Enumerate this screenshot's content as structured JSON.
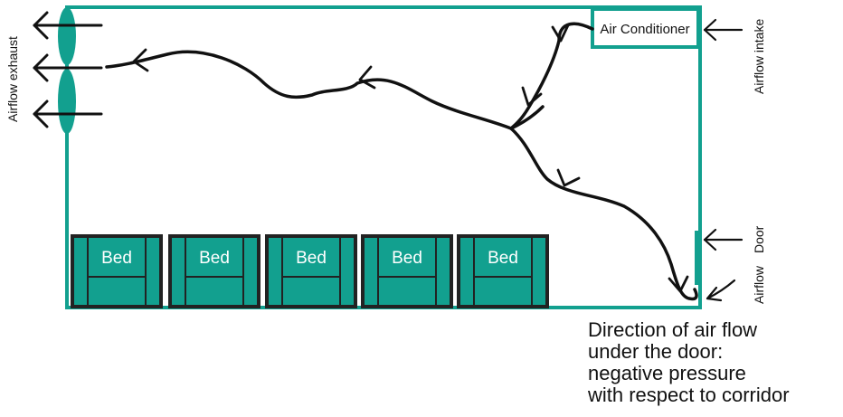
{
  "diagram": {
    "air_conditioner_label": "Air Conditioner",
    "airflow_exhaust_label": "Airflow exhaust",
    "airflow_intake_label": "Airflow intake",
    "door_label": "Door",
    "airflow_label": "Airflow",
    "bed_label": "Bed",
    "bed_count": 5,
    "caption_lines": [
      "Direction of air flow",
      "under the door:",
      "negative pressure",
      "with respect to corridor"
    ],
    "colors": {
      "wall": "#12a08f",
      "bed": "#12a08f",
      "flow": "#111111"
    },
    "icons": [
      "exhaust-fan-icon",
      "flow-arrow-icon"
    ]
  }
}
